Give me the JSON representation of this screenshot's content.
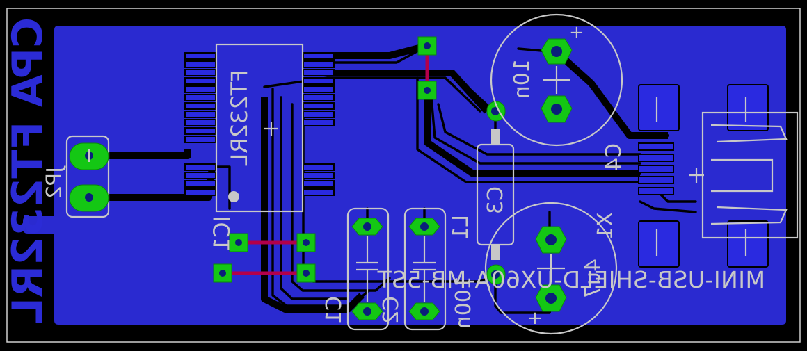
{
  "board": {
    "substrate_color": "#000000",
    "copper_color": "#2a2ad0",
    "pad_color": "#14c714",
    "silkscreen_color": "#c8c8c8",
    "wire_color": "#b3004a"
  },
  "labels": {
    "board_title": "CPA FT232RL",
    "ic": "IC1",
    "ic_value": "FT232RL",
    "header": "JP2",
    "c1": "C1",
    "c2": "C2",
    "c2_value": "100n",
    "l1": "L1",
    "c3": "C3",
    "c4": "C4",
    "c4_value": "10n",
    "c5_value": "4u7",
    "usb": "X1",
    "usb_value": "MINI-USB-SHIELD-UX60A-MB-5ST",
    "polarity_plus": "+"
  }
}
